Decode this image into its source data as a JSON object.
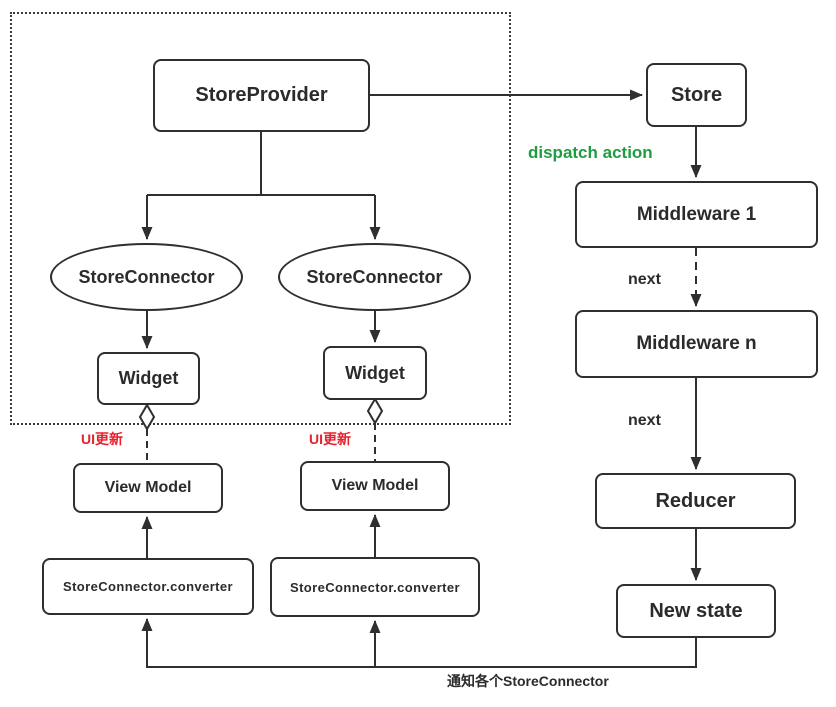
{
  "diagram": {
    "title_context": "flutter_redux data flow diagram",
    "nodes": {
      "store_provider": "StoreProvider",
      "store": "Store",
      "middleware_1": "Middleware 1",
      "middleware_n": "Middleware n",
      "reducer": "Reducer",
      "new_state": "New state",
      "store_connector_1": "StoreConnector",
      "store_connector_2": "StoreConnector",
      "widget_1": "Widget",
      "widget_2": "Widget",
      "view_model_1": "View Model",
      "view_model_2": "View Model",
      "converter_1": "StoreConnector.converter",
      "converter_2": "StoreConnector.converter"
    },
    "labels": {
      "dispatch_action": "dispatch action",
      "next_1": "next",
      "next_2": "next",
      "ui_update_1": "UI更新",
      "ui_update_2": "UI更新",
      "notify_connectors": "通知各个StoreConnector"
    },
    "colors": {
      "line": "#2f2f2f",
      "box_border": "#2f2f2f",
      "text": "#2b2b2b",
      "dispatch_green": "#1f9d40",
      "ui_update_red": "#e8212e",
      "background": "#ffffff"
    }
  }
}
